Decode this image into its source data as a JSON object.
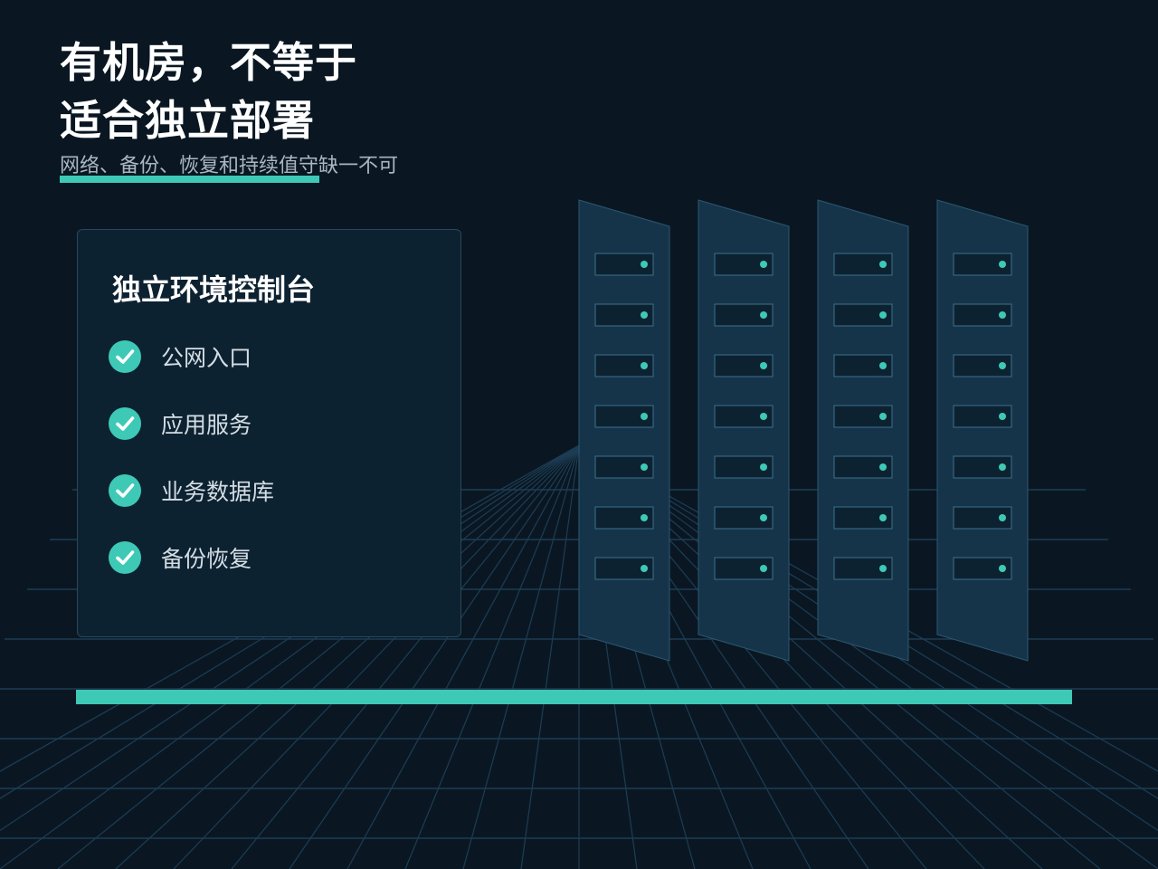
{
  "header": {
    "title_line1": "有机房，不等于",
    "title_line2": "适合独立部署",
    "subtitle": "网络、备份、恢复和持续值守缺一不可"
  },
  "panel": {
    "title": "独立环境控制台",
    "items": [
      {
        "label": "公网入口",
        "icon": "check-circle-icon"
      },
      {
        "label": "应用服务",
        "icon": "check-circle-icon"
      },
      {
        "label": "业务数据库",
        "icon": "check-circle-icon"
      },
      {
        "label": "备份恢复",
        "icon": "check-circle-icon"
      }
    ]
  },
  "illustration": {
    "server_racks": 4,
    "units_per_rack": 7,
    "icons": [
      "server-rack-icon",
      "server-unit-icon",
      "status-led-icon"
    ]
  },
  "colors": {
    "background": "#0a1722",
    "accent": "#3ec9b6",
    "panel": "#0d2231",
    "rack": "#163449",
    "grid": "#1d3d55"
  }
}
